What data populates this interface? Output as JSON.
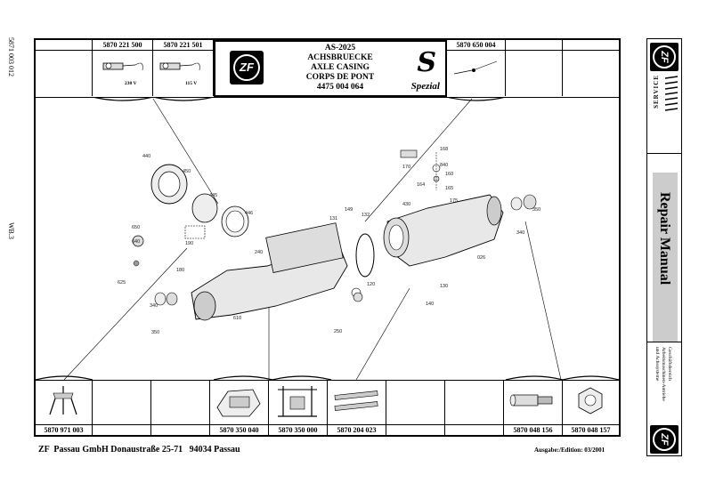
{
  "doc_number_side": "5871 003 012",
  "wb_code": "WB.3",
  "header": {
    "top_cells": [
      {
        "part": "",
        "voltage": ""
      },
      {
        "part": "5870 221 500",
        "voltage": "230 V"
      },
      {
        "part": "5870 221 501",
        "voltage": "115 V"
      }
    ],
    "title_lines": [
      "AS-2025",
      "ACHSBRUECKE",
      "AXLE CASING",
      "CORPS DE PONT",
      "4475 004 064"
    ],
    "zf_logo": "ZF",
    "spezial_label": "Spezial",
    "right_top_parts": [
      "5870 650 004",
      "",
      "",
      ""
    ]
  },
  "bottom_cells": [
    {
      "part": "5870 971 003"
    },
    {
      "part": ""
    },
    {
      "part": ""
    },
    {
      "part": "5870 350 040"
    },
    {
      "part": "5870 350 000"
    },
    {
      "part": "5870 204 023"
    },
    {
      "part": ""
    },
    {
      "part": ""
    },
    {
      "part": "5870 048 156"
    },
    {
      "part": "5870 048 157"
    }
  ],
  "callouts": [
    "440",
    "450",
    "445",
    "446",
    "650",
    "640",
    "625",
    "190",
    "180",
    "240",
    "340",
    "350",
    "610",
    "131",
    "149",
    "132",
    "120",
    "250",
    "168",
    "170",
    "840",
    "160",
    "164",
    "165",
    "175",
    "430",
    "026",
    "130",
    "140",
    "350",
    "340"
  ],
  "side_panel": {
    "zf_logo": "ZF",
    "service_label": "SERVICE",
    "repair_manual": "Repair Manual",
    "division_lines": [
      "Geschäftsbereich",
      "Arbeitsmaschinen-Antriebe",
      "und Achssysteme"
    ]
  },
  "footer": {
    "left": "ZF  Passau GmbH Donaustraße 25-71   94034 Passau",
    "right": "Ausgabe:/Edition: 03/2001"
  }
}
